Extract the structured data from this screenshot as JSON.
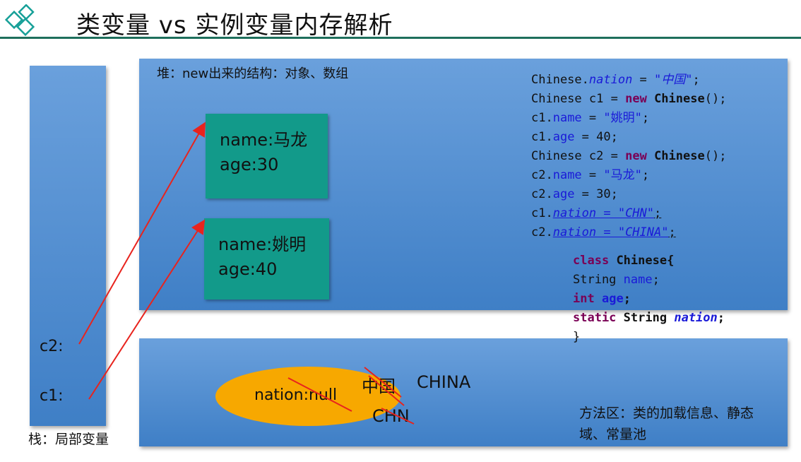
{
  "title": "类变量 vs 实例变量内存解析",
  "stack": {
    "caption": "栈：局部变量",
    "vars": [
      "c2:",
      "c1:"
    ]
  },
  "heap": {
    "caption": "堆：new出来的结构：对象、数组",
    "objects": [
      {
        "line1": "name:马龙",
        "line2": "age:30"
      },
      {
        "line1": "name:姚明",
        "line2": "age:40"
      }
    ]
  },
  "method_area": {
    "caption": "方法区：类的加载信息、静态域、常量池",
    "field": "nation:null",
    "values": [
      "中国",
      "CHINA",
      "CHN"
    ]
  },
  "code": {
    "line1": {
      "a": "Chinese.",
      "b": "nation",
      "c": " = ",
      "d": "\"中国\"",
      "e": ";"
    },
    "line2": {
      "a": "Chinese ",
      "b": "c1",
      "c": " = ",
      "d": "new",
      "e": " ",
      "f": "Chinese",
      "g": "();"
    },
    "line3": {
      "a": "c1.",
      "b": "name",
      "c": " = ",
      "d": "\"姚明\"",
      "e": ";"
    },
    "line4": {
      "a": "c1.",
      "b": "age",
      "c": " = 40;"
    },
    "line5": {
      "a": "Chinese ",
      "b": "c2",
      "c": " = ",
      "d": "new",
      "e": " ",
      "f": "Chinese",
      "g": "();"
    },
    "line6": {
      "a": "c2.",
      "b": "name",
      "c": " = ",
      "d": "\"马龙\"",
      "e": ";"
    },
    "line7": {
      "a": "c2.",
      "b": "age",
      "c": " = 30;"
    },
    "line8": {
      "a": "c1.",
      "b": "nation = \"CHN\"",
      "c": ";"
    },
    "line9": {
      "a": "c2.",
      "b": "nation = \"CHINA\"",
      "c": ";"
    }
  },
  "class_def": {
    "l1": {
      "a": "class",
      "b": " ",
      "c": "Chinese",
      "d": "{"
    },
    "l2": {
      "a": "String ",
      "b": "name",
      "c": ";"
    },
    "l3": {
      "a": "int",
      "b": " ",
      "c": "age",
      "d": ";"
    },
    "l4": {
      "a": "static",
      "b": " ",
      "c": "String",
      "d": " ",
      "e": "nation",
      "f": ";"
    },
    "l5": "}"
  },
  "colors": {
    "panel": "#4a88cf",
    "object": "#129a8a",
    "ellipse": "#f7a800",
    "arrow": "#e8231d",
    "keyword": "#7a0055",
    "field": "#1a1ad8",
    "title_rule": "#1e6f5c"
  }
}
